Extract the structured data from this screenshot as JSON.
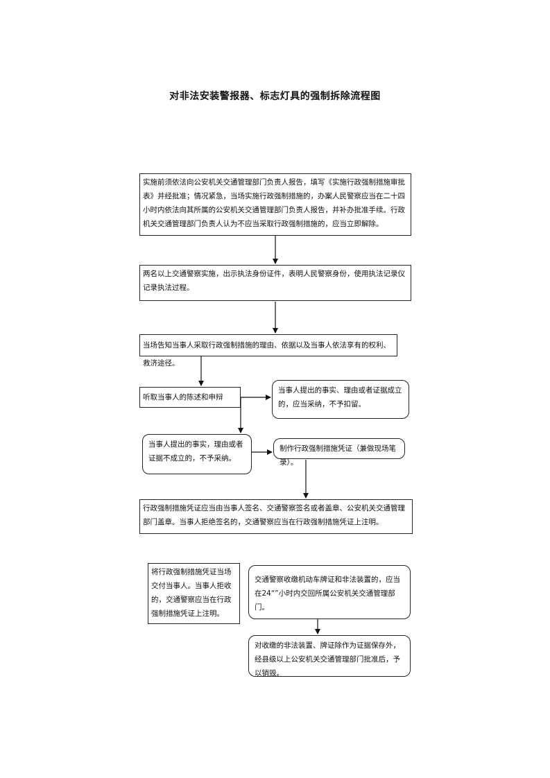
{
  "title": "对非法安装警报器、标志灯具的强制拆除流程图",
  "steps": {
    "s1": "实施前须依法向公安机关交通管理部门负责人报告，填写《实施行政强制措施审批表》并经批准；情况紧急，当场实施行政强制措施的，办案人民警察应当在二十四小时内依法向其所属的公安机关交通管理部门负责人报告，并补办批准手续。行政机关交通管理部门负责人认为不应当采取行政强制措施的，应当立即解除。",
    "s2": "两名以上交通警察实施，出示执法身份证件，表明人民警察身份，使用执法记录仪记录执法过程。",
    "s3": "当场告知当事人采取行政强制措施的理由、依据以及当事人依法享有的权利、救济途径。",
    "s4": "听取当事人的陈述和申辩",
    "s5": "当事人提出的事实、理由或者证据成立的，应当采纳，不予扣留。",
    "s6": "当事人提出的事实，理由或者证据不成立的，不予采纳。",
    "s7": "制作行政强制措施凭证（兼做现场笔录）。",
    "s8": "行政强制措施凭证应当由当事人签名、交通警察签名或者盖章、公安机关交通管理部门盖章。当事人拒绝签名的，交通警察应当在行政强制措施凭证上注明。",
    "s9": "将行政强制措施凭证当场交付当事人。当事人拒收的，交通警察应当在行政强制措施凭证上注明。",
    "s10": "交通警察收缴机动车牌证和非法装置的，应当在24“”小时内交回所属公安机关交通管理部门。",
    "s11": "对收缴的非法装置、牌证除作为证据保存外，经县级以上公安机关交通管理部门批准后，予以销毁。"
  }
}
